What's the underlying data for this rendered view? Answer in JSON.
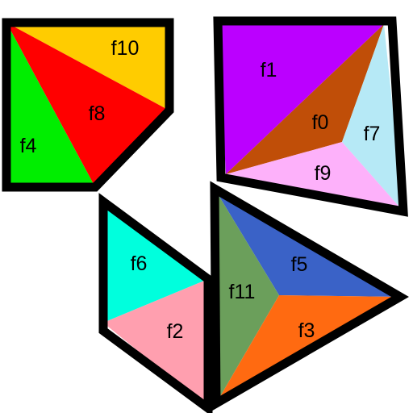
{
  "faces": {
    "f0": {
      "label": "f0",
      "color": "#C04E08"
    },
    "f1": {
      "label": "f1",
      "color": "#BB00FF"
    },
    "f2": {
      "label": "f2",
      "color": "#FF9FAF"
    },
    "f3": {
      "label": "f3",
      "color": "#FF6A11"
    },
    "f4": {
      "label": "f4",
      "color": "#00EE00"
    },
    "f5": {
      "label": "f5",
      "color": "#3A62C7"
    },
    "f6": {
      "label": "f6",
      "color": "#00FFDD"
    },
    "f7": {
      "label": "f7",
      "color": "#B6E9F6"
    },
    "f8": {
      "label": "f8",
      "color": "#FF0000"
    },
    "f9": {
      "label": "f9",
      "color": "#FDB1FA"
    },
    "f10": {
      "label": "f10",
      "color": "#FFCC00"
    },
    "f11": {
      "label": "f11",
      "color": "#6B9F5B"
    }
  },
  "outline_color": "#000000",
  "background_color": "#FFFFFF"
}
